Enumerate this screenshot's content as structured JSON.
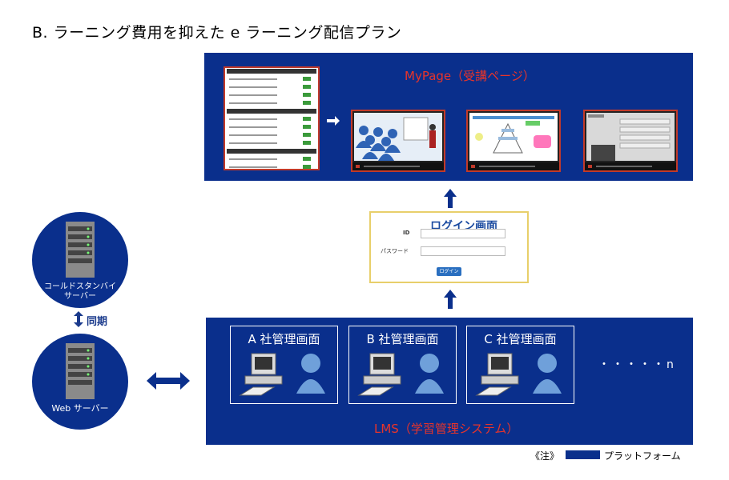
{
  "title": "B.  ラーニング費用を抑えた e ラーニング配信プラン",
  "mypage": {
    "label": "MyPage（受講ページ）"
  },
  "login": {
    "title": "ログイン画面",
    "id_label": "ID",
    "password_label": "パスワード",
    "button_label": "ログイン"
  },
  "lms": {
    "label": "LMS（学習管理システム）",
    "admins": [
      {
        "label": "A 社管理画面"
      },
      {
        "label": "B 社管理画面"
      },
      {
        "label": "C 社管理画面"
      }
    ],
    "more": "・・・・・n"
  },
  "servers": {
    "standby": "コールドスタンバイ\nサーバー",
    "web": "Web サーバー",
    "sync": "同期"
  },
  "legend": {
    "note": "《注》",
    "text": "プラットフォーム"
  },
  "colors": {
    "platform": "#0a2f8c",
    "accent_red": "#e8342a",
    "login_border": "#e8cf6a"
  }
}
